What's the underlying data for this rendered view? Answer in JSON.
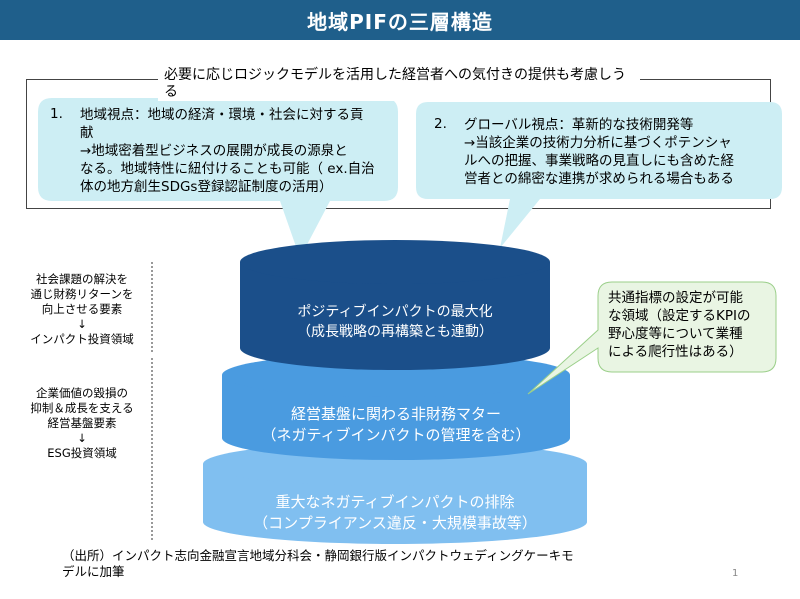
{
  "title": "地域PIFの三層構造",
  "note": "必要に応じロジックモデルを活用した経営者への気付きの提供も考慮しうる",
  "bubble1": {
    "number": "1.",
    "lines": [
      "地域視点：地域の経済・環境・社会に対する貢",
      "献",
      "→地域密着型ビジネスの展開が成長の源泉と",
      "なる。地域特性に紐付けることも可能（ ex.自治",
      "体の地方創生SDGs登録認証制度の活用）"
    ]
  },
  "bubble2": {
    "number": "2.",
    "lines": [
      "グローバル視点：革新的な技術開発等",
      "→当該企業の技術力分析に基づくポテンシャ",
      "ルへの把握、事業戦略の見直しにも含めた経",
      "営者との綿密な連携が求められる場合もある"
    ]
  },
  "bubble3": {
    "lines": [
      "共通指標の設定が可能",
      "な領域（設定するKPIの",
      "野心度等について業種",
      "による爬行性はある）"
    ]
  },
  "layers": {
    "top": {
      "line1": "ポジティブインパクトの最大化",
      "line2": "（成長戦略の再構築とも連動）"
    },
    "middle": {
      "line1": "経営基盤に関わる非財務マター",
      "line2": "（ネガティブインパクトの管理を含む）"
    },
    "bottom": {
      "line1": "重大なネガティブインパクトの排除",
      "line2": "（コンプライアンス違反・大規模事故等）"
    }
  },
  "side1": {
    "lines": [
      "社会課題の解決を",
      "通じ財務リターンを",
      "向上させる要素",
      "↓",
      "インパクト投資領域"
    ]
  },
  "side2": {
    "lines": [
      "企業価値の毀損の",
      "抑制＆成長を支える",
      "経営基盤要素",
      "↓",
      "ESG投資領域"
    ]
  },
  "source": "（出所）インパクト志向金融宣言地域分科会・静岡銀行版インパクトウェディングケーキモデルに加筆",
  "page_number": "1",
  "colors": {
    "title_bar": "#1f5f8b",
    "bubble_fill": "#cdeef4",
    "bubble3_fill": "#e9f5e3",
    "layer_top": "#1b4f8a",
    "layer_middle": "#4a9be0",
    "layer_bottom": "#80bff0"
  }
}
